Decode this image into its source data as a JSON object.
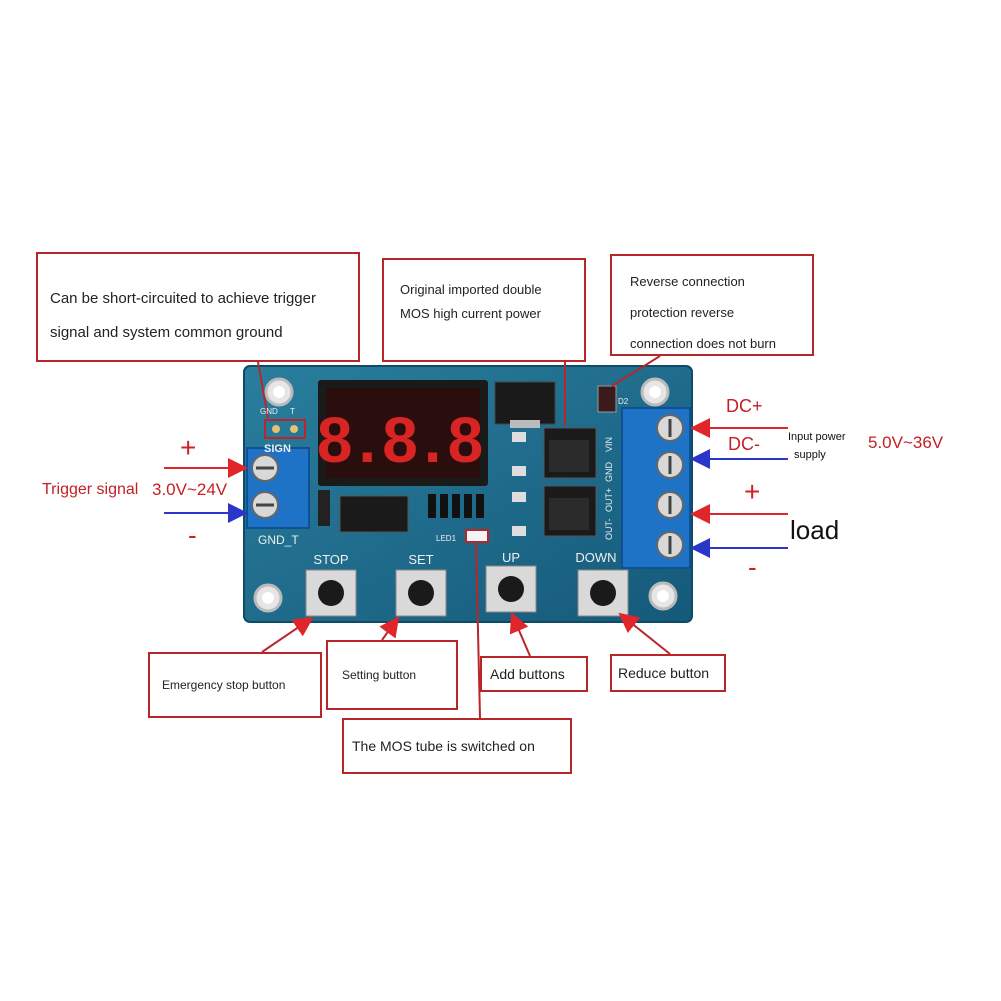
{
  "board": {
    "display_digits": "8.8.8",
    "labels": {
      "gnd": "GND",
      "trig": "T",
      "sign": "SIGN",
      "gnd_t": "GND_T",
      "led1": "LED1",
      "d2": "D2",
      "pins": [
        "OUT-",
        "OUT+",
        "GND",
        "VIN"
      ]
    },
    "buttons": [
      {
        "label": "STOP"
      },
      {
        "label": "SET"
      },
      {
        "label": "UP"
      },
      {
        "label": "DOWN"
      }
    ]
  },
  "callouts": {
    "trigger_short": {
      "lines": [
        "Can be short-circuited to achieve trigger",
        "signal and system common ground"
      ]
    },
    "mos_power": {
      "lines": [
        "Original imported double",
        "MOS high current power"
      ]
    },
    "reverse_protection": {
      "lines": [
        "Reverse connection",
        "protection reverse",
        "connection does not burn"
      ]
    },
    "emergency_stop": {
      "text": "Emergency stop button"
    },
    "setting": {
      "text": "Setting button"
    },
    "add": {
      "text": "Add buttons"
    },
    "reduce": {
      "text": "Reduce button"
    },
    "mos_switched": {
      "text": "The MOS tube is switched on"
    }
  },
  "left_terminal": {
    "plus": "+",
    "minus": "-",
    "trigger_label": "Trigger signal",
    "voltage": "3.0V~24V"
  },
  "right_terminal": {
    "dc_plus": "DC+",
    "dc_minus": "DC-",
    "input_line1": "Input power",
    "input_line2": "supply",
    "voltage": "5.0V~36V",
    "load_plus": "+",
    "load_label": "load",
    "load_minus": "-"
  },
  "colors": {
    "pcb": "#1c6d8c",
    "callout_border": "#b8262a",
    "arrow_red": "#e0262a",
    "arrow_blue": "#2a36c8",
    "terminal_blue": "#1e73c6"
  }
}
